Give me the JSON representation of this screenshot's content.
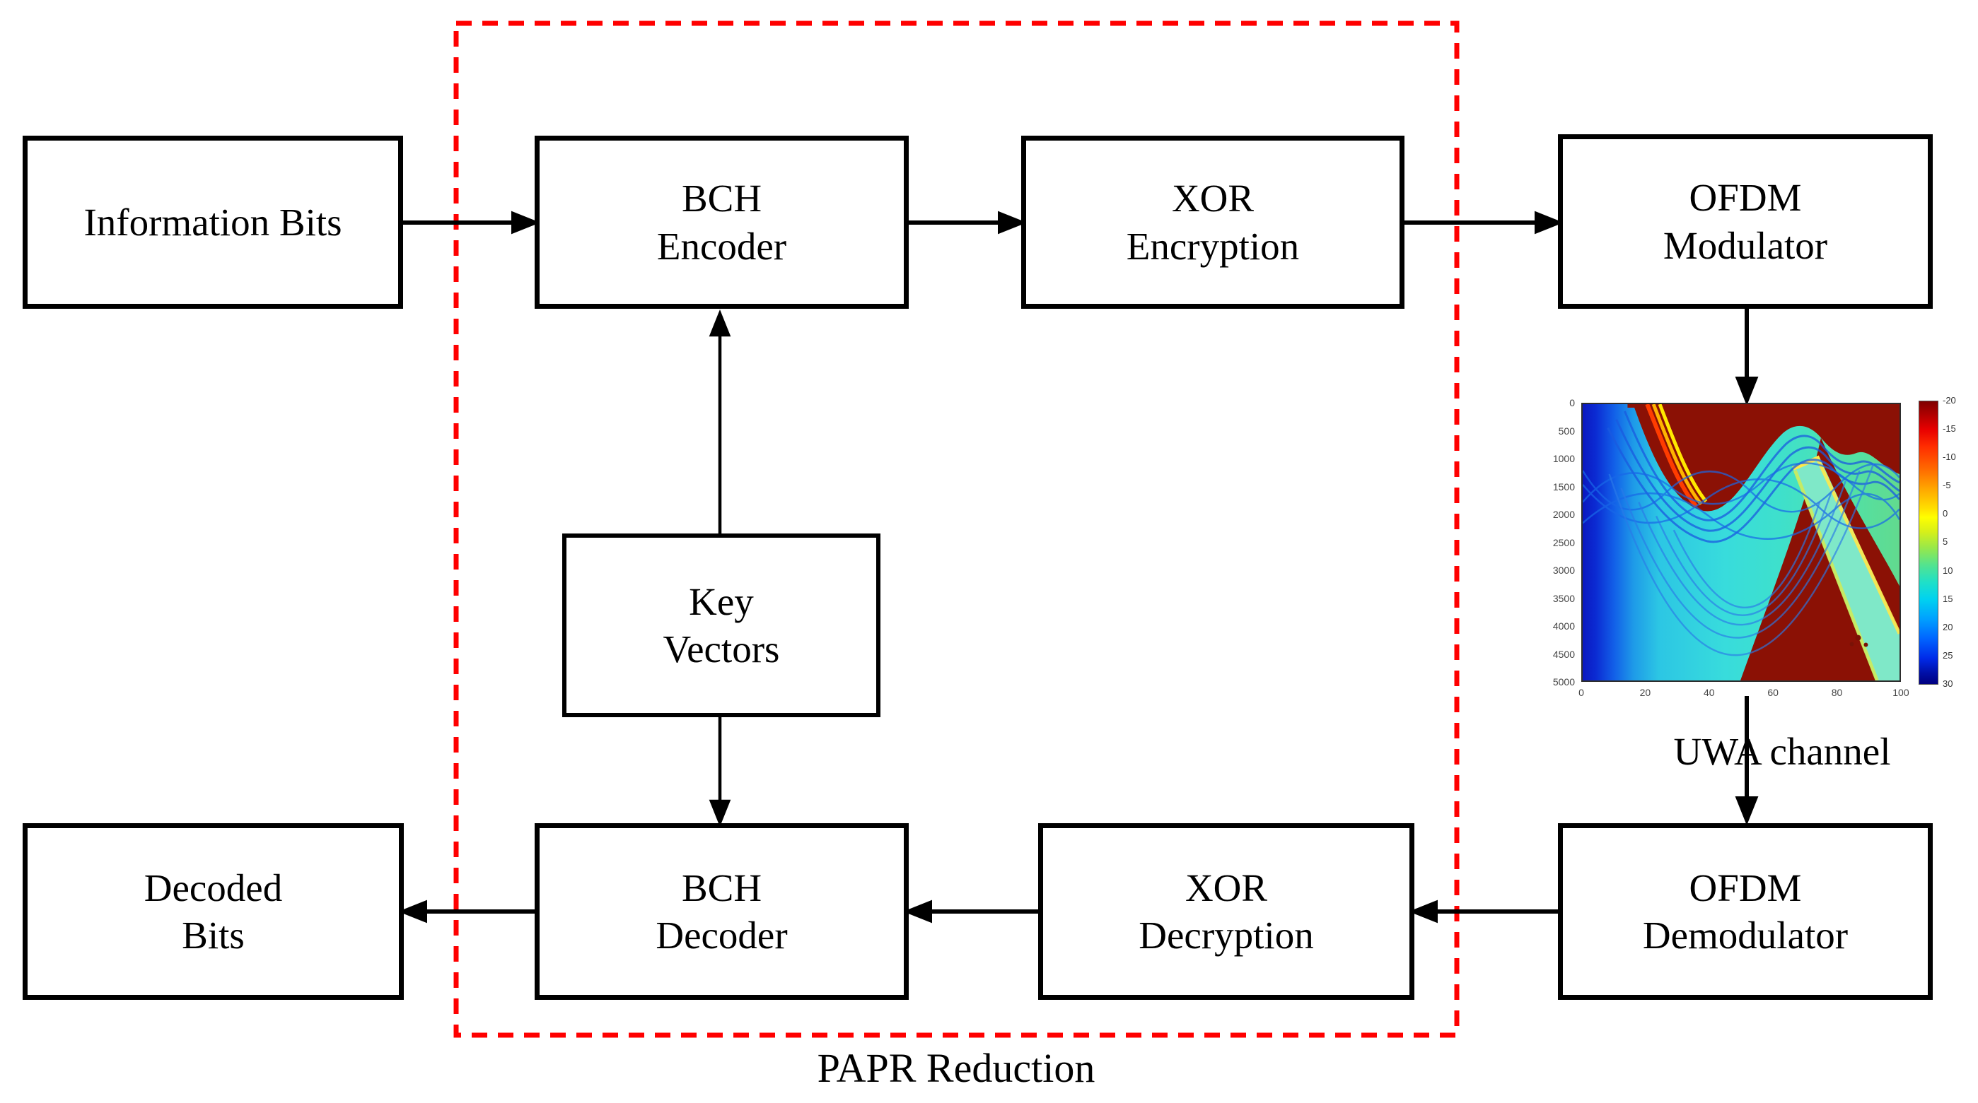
{
  "blocks": {
    "information_bits": {
      "line1": "Information Bits",
      "line2": ""
    },
    "bch_encoder": {
      "line1": "BCH",
      "line2": "Encoder"
    },
    "xor_encryption": {
      "line1": "XOR",
      "line2": "Encryption"
    },
    "ofdm_modulator": {
      "line1": "OFDM",
      "line2": "Modulator"
    },
    "key_vectors": {
      "line1": "Key",
      "line2": "Vectors"
    },
    "bch_decoder": {
      "line1": "BCH",
      "line2": "Decoder"
    },
    "xor_decryption": {
      "line1": "XOR",
      "line2": "Decryption"
    },
    "ofdm_demodulator": {
      "line1": "OFDM",
      "line2": "Demodulator"
    },
    "decoded_bits": {
      "line1": "Decoded",
      "line2": "Bits"
    }
  },
  "labels": {
    "papr_group": "PAPR Reduction",
    "uwa_channel": "UWA channel"
  },
  "colors": {
    "box_border": "#000000",
    "group_dashed_border": "#ff0000",
    "arrow": "#000000",
    "background": "#ffffff"
  },
  "chart_data": {
    "type": "heatmap",
    "title": "",
    "xlabel": "",
    "ylabel": "",
    "x_ticks": [
      0,
      20,
      40,
      60,
      80,
      100
    ],
    "y_ticks": [
      0,
      500,
      1000,
      1500,
      2000,
      2500,
      3000,
      3500,
      4000,
      4500,
      5000
    ],
    "x_range": [
      0,
      100
    ],
    "y_range": [
      0,
      5000
    ],
    "colorbar_ticks": [
      -20,
      -15,
      -10,
      -5,
      0,
      5,
      10,
      15,
      20,
      25,
      30
    ],
    "value_range": [
      -20,
      30
    ],
    "colormap": "jet-reversed (dark red at -20 top to dark blue at 30 bottom)",
    "description": "Underwater acoustic channel response: deep-blue column at left, cyan field crossed by thin blue interleaved arcs and nested parabolic fringes, dark-red saturated regions at top-center, top-right and a large wedge sweeping to the bottom right, thin yellow/orange rainbow sliver on the left canopy edge and a yellow-edged green diagonal band cutting the red wedge"
  }
}
